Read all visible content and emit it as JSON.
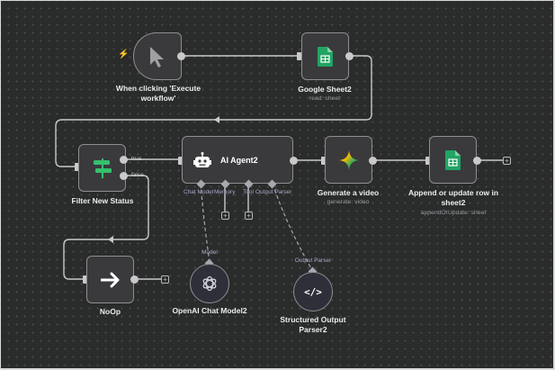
{
  "canvas": {
    "background_color": "#2a2b2b",
    "edge_color": "#c9c9cc"
  },
  "nodes": {
    "trigger": {
      "title": "When clicking 'Execute workflow'",
      "icon": "cursor-icon",
      "badge_icon": "bolt-icon",
      "badge_color": "#ff6d5a"
    },
    "sheet_read": {
      "title": "Google Sheet2",
      "subtitle": "read: sheet",
      "icon": "google-sheets-icon",
      "icon_color": "#21a464"
    },
    "filter": {
      "title": "Filter New Status",
      "icon": "signpost-icon",
      "icon_color": "#35c06d",
      "outputs": [
        "true",
        "false"
      ]
    },
    "agent": {
      "title": "AI Agent2",
      "icon": "robot-icon",
      "handles": [
        "Chat Model",
        "Memory",
        "Tool",
        "Output Parser"
      ]
    },
    "video": {
      "title": "Generate a video",
      "subtitle": "generate: video",
      "icon": "gemini-sparkle-icon"
    },
    "sheet_append": {
      "title": "Append or update row in sheet2",
      "subtitle": "appendOrUpdate: sheet",
      "icon": "google-sheets-icon",
      "icon_color": "#21a464"
    },
    "noop": {
      "title": "NoOp",
      "icon": "arrow-right-icon"
    },
    "openai": {
      "title": "OpenAI Chat Model2",
      "handle": "Model",
      "icon": "openai-icon"
    },
    "parser": {
      "title": "Structured Output Parser2",
      "handle": "Output Parser",
      "icon": "code-icon"
    }
  },
  "add_button_label": "+"
}
